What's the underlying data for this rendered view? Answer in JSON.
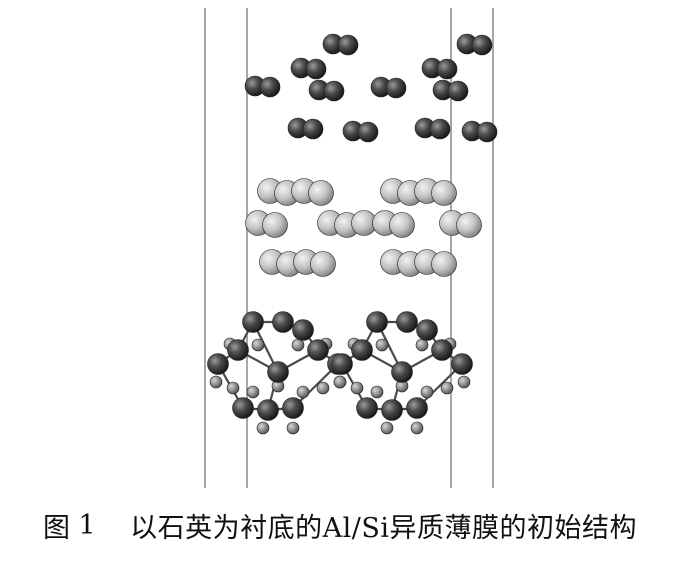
{
  "caption": {
    "label": "图",
    "number": "1",
    "text": "以石英为衬底的Al/Si异质薄膜的初始结构"
  },
  "colors": {
    "cell_line": "#8a8a8a",
    "top_atom": "#3c3c3c",
    "middle_atom": "#b8b8b8",
    "bottom_large_atom": "#3a3a3a",
    "bottom_small_atom": "#8c8c8c",
    "bond": "#4a4a4a"
  }
}
